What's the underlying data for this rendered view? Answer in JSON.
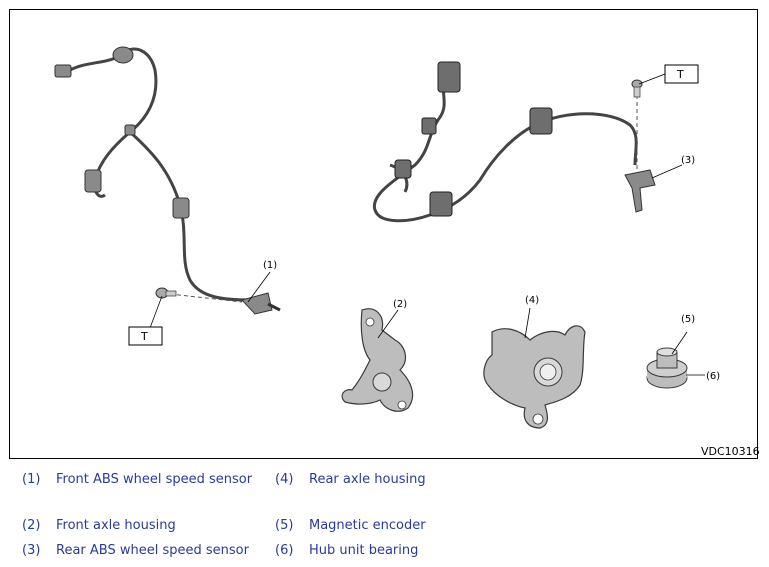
{
  "figure_id": "VDC10316",
  "callouts": {
    "c1": "(1)",
    "c2": "(2)",
    "c3": "(3)",
    "c4": "(4)",
    "c5": "(5)",
    "c6": "(6)",
    "t_front": "T",
    "t_rear": "T"
  },
  "legend": [
    {
      "num": "(1)",
      "label": "Front ABS wheel speed sensor"
    },
    {
      "num": "(4)",
      "label": "Rear axle housing"
    },
    {
      "num": "(2)",
      "label": "Front axle housing"
    },
    {
      "num": "(5)",
      "label": "Magnetic encoder"
    },
    {
      "num": "(3)",
      "label": "Rear ABS wheel speed sensor"
    },
    {
      "num": "(6)",
      "label": "Hub unit bearing"
    }
  ],
  "colors": {
    "part_fill": "#bdbdbd",
    "part_stroke": "#3a3a3a",
    "legend_text": "#2a3a9c"
  }
}
